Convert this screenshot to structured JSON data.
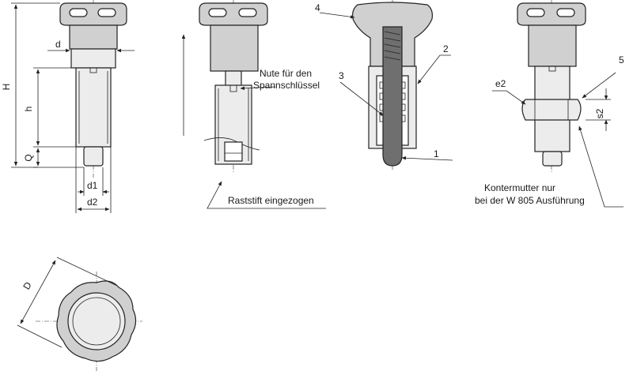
{
  "labels": {
    "H": "H",
    "d": "d",
    "h": "h",
    "Q": "Q",
    "d1": "d1",
    "d2": "d2",
    "nute_line1": "Nute für den",
    "nute_line2": "Spannschlüssel",
    "raststift": "Raststift eingezogen",
    "n4": "4",
    "n2": "2",
    "n3": "3",
    "n1": "1",
    "n5": "5",
    "e2": "e2",
    "s2": "s2",
    "konter_line1": "Kontermutter nur",
    "konter_line2": "bei der W 805 Ausführung",
    "D": "D"
  },
  "colors": {
    "line": "#222222",
    "knob": "#d0d0d0",
    "knob_dark": "#b8b8b8",
    "body": "#ececec",
    "pin_dark": "#6f6f6f",
    "background": "#ffffff"
  }
}
